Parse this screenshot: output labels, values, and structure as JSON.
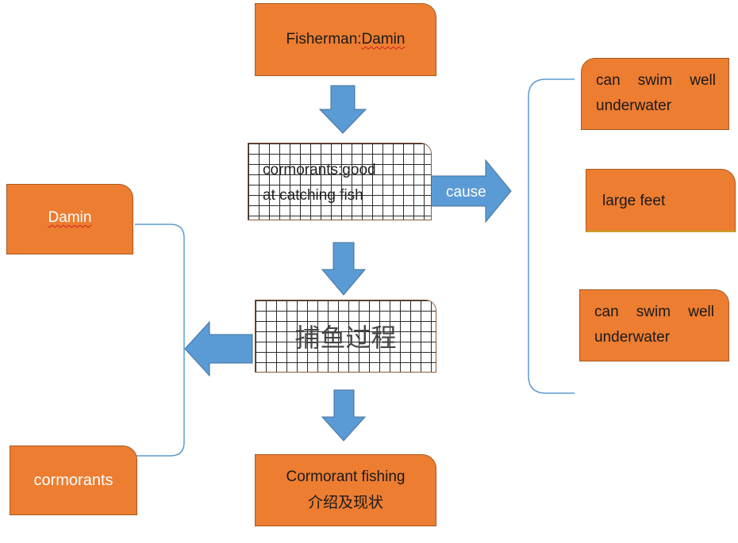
{
  "nodes": {
    "fisherman": {
      "prefix": "Fisherman:",
      "name": "Damin"
    },
    "cormorants_good": {
      "line1": "cormorants:good",
      "line2": "at catching fish"
    },
    "process": {
      "label": "捕鱼过程"
    },
    "cormorant_fishing": {
      "line1": "Cormorant fishing",
      "line2": "介绍及现状"
    },
    "damin": {
      "label": "Damin"
    },
    "cormorants": {
      "label": "cormorants"
    },
    "swim1": {
      "line1": "can swim well",
      "line2": "underwater"
    },
    "large_feet": {
      "label": "large feet"
    },
    "swim2": {
      "line1": "can swim well",
      "line2": "underwater"
    }
  },
  "arrows": {
    "cause_label": "cause"
  },
  "colors": {
    "box_fill": "#ed7d31",
    "arrow_fill": "#5b9bd5",
    "bracket": "#5b9bd5"
  }
}
